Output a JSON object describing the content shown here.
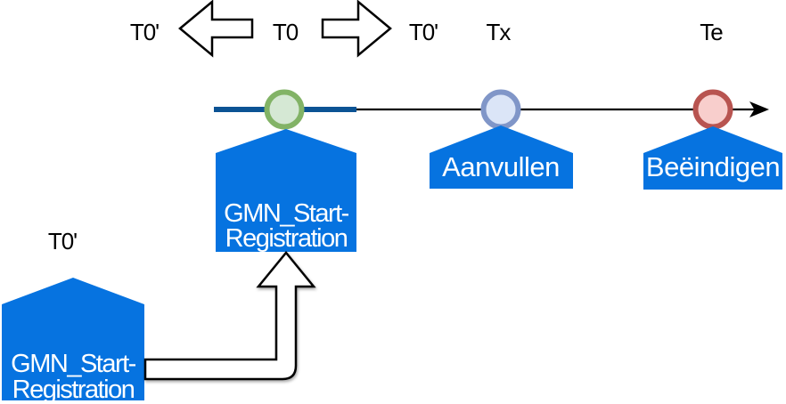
{
  "diagram": {
    "time_labels": {
      "t0_prime_left": "T0'",
      "t0": "T0",
      "t0_prime_right": "T0'",
      "tx": "Tx",
      "te": "Te",
      "t0_prime_origin": "T0'"
    },
    "callouts": {
      "start": {
        "line1": "GMN_Start-",
        "line2": "Registration"
      },
      "aanvullen": {
        "label": "Aanvullen"
      },
      "beeindigen": {
        "label": "Beëindigen"
      },
      "origin": {
        "line1": "GMN_Start-",
        "line2": "Registration"
      }
    },
    "colors": {
      "callout_fill": "#0673e0",
      "timeline_bar": "#0b5394",
      "axis": "#000000",
      "event_start_stroke": "#82b366",
      "event_start_fill": "#d5e8d4",
      "event_tx_stroke": "#8096c8",
      "event_tx_fill": "#dbe5f7",
      "event_te_stroke": "#b85450",
      "event_te_fill": "#f8cecc"
    },
    "icons": {
      "shift_left": "block-arrow-left",
      "shift_right": "block-arrow-right",
      "origin_link": "elbow-arrow-up",
      "axis_end": "arrowhead-right"
    }
  }
}
